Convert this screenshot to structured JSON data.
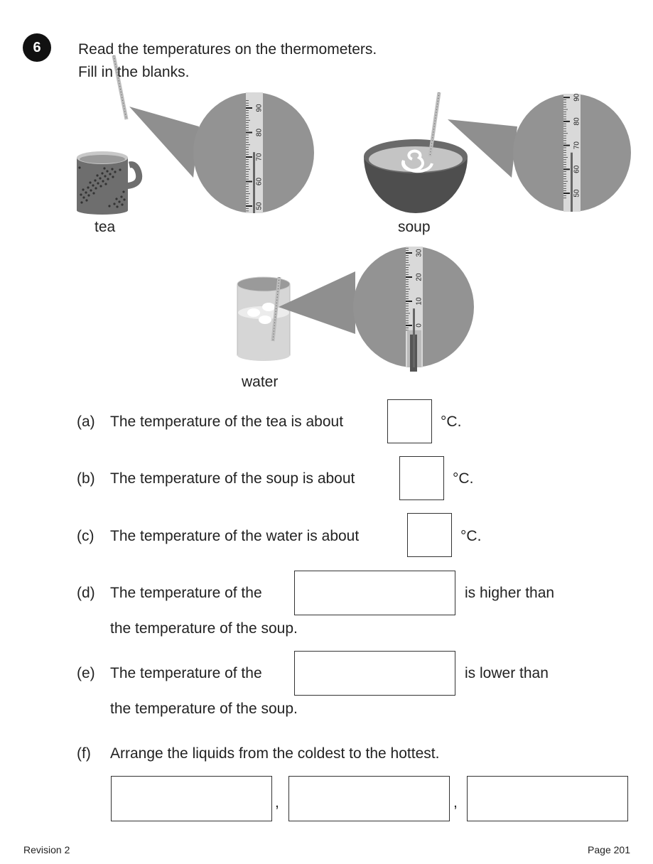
{
  "question_number": "6",
  "instructions": [
    "Read the temperatures on the thermometers.",
    "Fill in the blanks."
  ],
  "figures": [
    {
      "label": "tea",
      "scale_labels": [
        "50",
        "60",
        "70",
        "80",
        "90"
      ],
      "scale_min": 50,
      "scale_max": 90,
      "reading": 72
    },
    {
      "label": "soup",
      "scale_labels": [
        "50",
        "60",
        "70",
        "80",
        "90"
      ],
      "scale_min": 50,
      "scale_max": 90,
      "reading": 67
    },
    {
      "label": "water",
      "scale_labels": [
        "0",
        "10",
        "20",
        "30"
      ],
      "scale_min": 0,
      "scale_max": 30,
      "reading": 7
    }
  ],
  "questions": [
    {
      "letter": "(a)",
      "text": "The temperature of the tea is about",
      "unit": "°C.",
      "answer": ""
    },
    {
      "letter": "(b)",
      "text": "The temperature of the soup is about",
      "unit": "°C.",
      "answer": ""
    },
    {
      "letter": "(c)",
      "text": "The temperature of the water is about",
      "unit": "°C.",
      "answer": ""
    },
    {
      "letter": "(d)",
      "text": "The temperature of the",
      "after": "is higher than",
      "line2": "the temperature of the soup.",
      "answer": ""
    },
    {
      "letter": "(e)",
      "text": "The temperature of the",
      "after": "is lower than",
      "line2": "the temperature of the soup.",
      "answer": ""
    },
    {
      "letter": "(f)",
      "text": "Arrange the liquids from the coldest to the hottest.",
      "separator": ",",
      "answers": [
        "",
        "",
        ""
      ]
    }
  ],
  "footer": {
    "left": "Revision 2",
    "right": "Page 201"
  }
}
